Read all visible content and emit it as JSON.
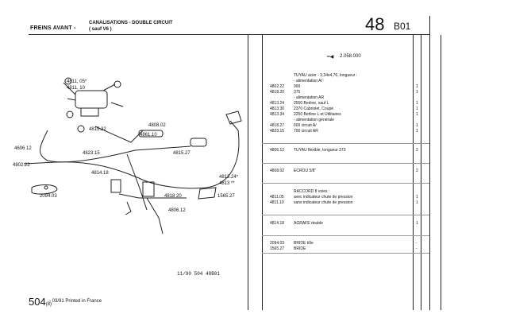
{
  "header": {
    "title": "FREINS AVANT -",
    "subtitle1": "CANALISATIONS - DOUBLE CIRCUIT",
    "subtitle2": "( sauf V6 )",
    "page_number": "48",
    "section": "B01"
  },
  "diagram_labels": {
    "l4811_05": "4811, 05*",
    "l4811_10": "4811, 10",
    "l4815_32": "4815.32",
    "l4808_02": "4808.02",
    "l4861_10": "4861.10",
    "l4606_12": "4606 12",
    "l4802_22": "4802.22",
    "l4823_15": "4823.15",
    "l4815_27": "4815.27",
    "l4814_18": "4814.18",
    "l4813_24": "4813.24*",
    "l4813": "4813 **",
    "l4818_20": "4818 20",
    "l1565_27": "1565.27",
    "l2094_03": "2094.03",
    "l4806_12": "4806.12"
  },
  "parts": {
    "header_ref": "2.058.000",
    "rows": [
      {
        "ref": "",
        "desc": "TUYAU acier - 3,34x4,76, longueur :",
        "qty": ""
      },
      {
        "ref": "",
        "desc": "- alimentation A/",
        "qty": ""
      },
      {
        "ref": "4802.22",
        "desc": "900",
        "qty": "1"
      },
      {
        "ref": "4818.20",
        "desc": "375",
        "qty": "1"
      },
      {
        "ref": "",
        "desc": "- alimentation AR",
        "qty": ""
      },
      {
        "ref": "4813.24",
        "desc": "2550 Berline, sauf L",
        "qty": "1"
      },
      {
        "ref": "4813.30",
        "desc": "2370 Cabriolet, Coupé",
        "qty": "1"
      },
      {
        "ref": "4813.34",
        "desc": "2250 Berline L et Utilitaires",
        "qty": "1"
      },
      {
        "ref": "",
        "desc": "- alimentation générale",
        "qty": ""
      },
      {
        "ref": "4818.27",
        "desc": "600 circuit A/",
        "qty": "1"
      },
      {
        "ref": "4823.15",
        "desc": "700 circuit AR",
        "qty": "1"
      },
      {
        "ref": "4806.12",
        "desc": "TUYAU flexible, longueur 373",
        "qty": "2"
      },
      {
        "ref": "4808.02",
        "desc": "ECROU 5/8\"",
        "qty": "2"
      },
      {
        "ref": "",
        "desc": "RACCORD 8 voies :",
        "qty": ""
      },
      {
        "ref": "4811.05",
        "desc": "avec indicateur chute de pression",
        "qty": "1"
      },
      {
        "ref": "4811.10",
        "desc": "sans indicateur chute de pression",
        "qty": "1"
      },
      {
        "ref": "4814.18",
        "desc": "AGRAFE double",
        "qty": "1"
      },
      {
        "ref": "2094.03",
        "desc": "BRIDE tôle",
        "qty": "-"
      },
      {
        "ref": "1565.27",
        "desc": "BRIDE",
        "qty": "-"
      }
    ]
  },
  "footer": {
    "drawing_ref": "11/90 504 48B01",
    "page": "504",
    "page_suffix": "(8)",
    "print_info": "- 03/91 Printed in France"
  }
}
